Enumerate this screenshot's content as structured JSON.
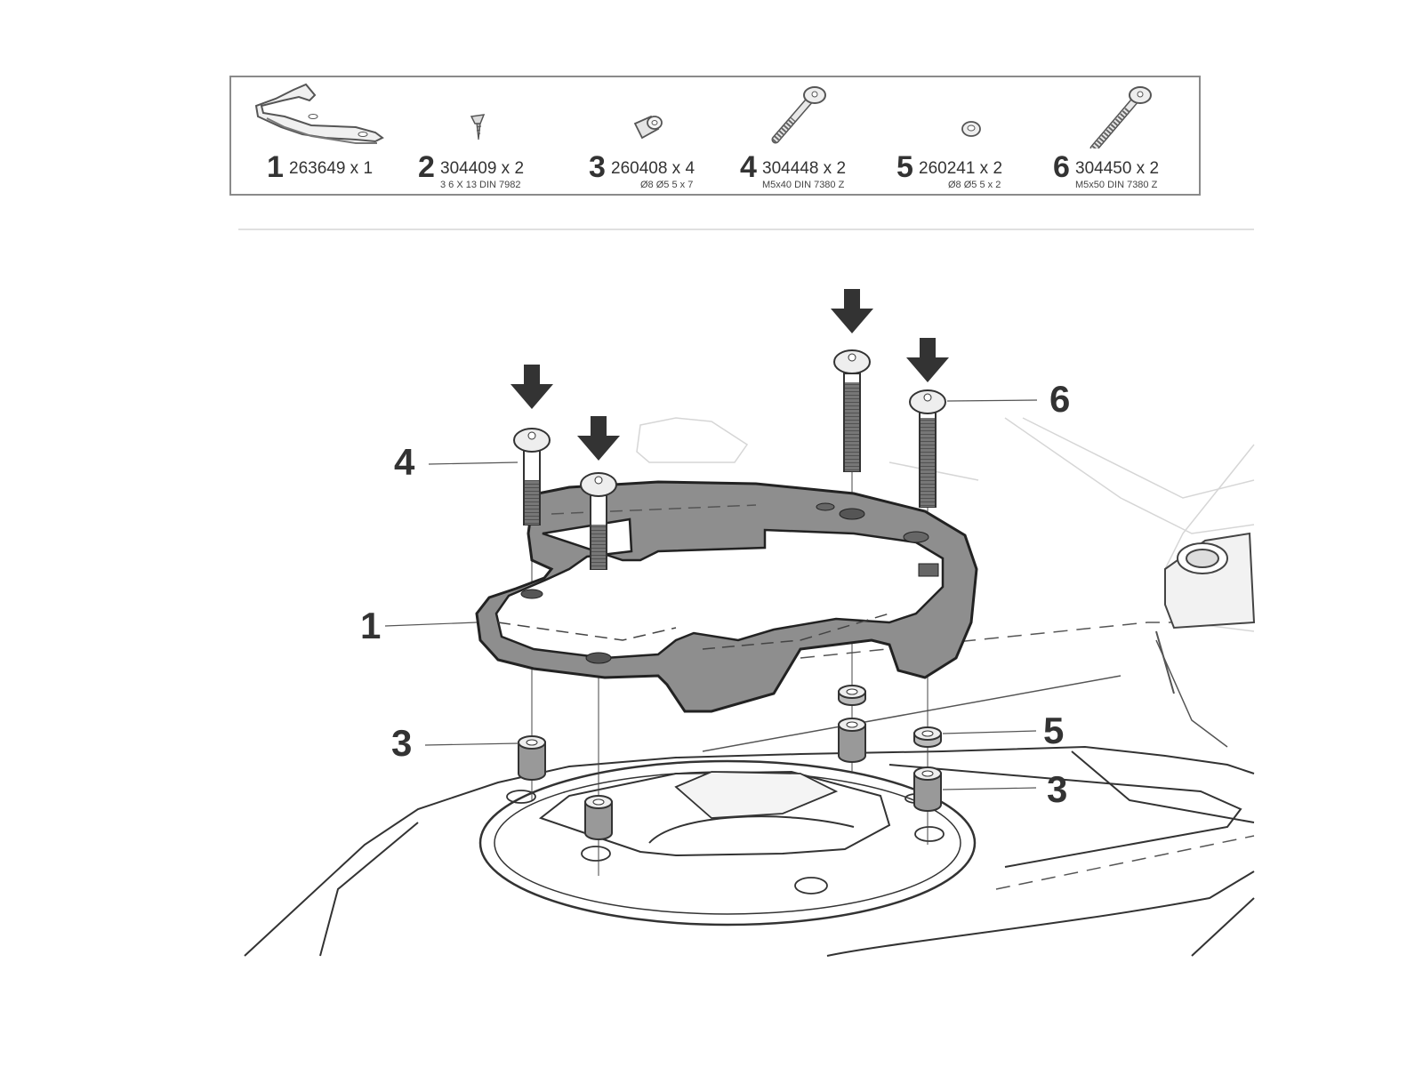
{
  "parts": [
    {
      "number": "1",
      "code": "263649 x 1",
      "spec": "",
      "icon": "bracket-icon"
    },
    {
      "number": "2",
      "code": "304409 x 2",
      "spec": "3 6 X 13 DIN 7982",
      "icon": "small-screw-icon"
    },
    {
      "number": "3",
      "code": "260408 x 4",
      "spec": "Ø8 Ø5 5 x 7",
      "icon": "spacer-icon"
    },
    {
      "number": "4",
      "code": "304448 x 2",
      "spec": "M5x40 DIN 7380 Z",
      "icon": "bolt-icon"
    },
    {
      "number": "5",
      "code": "260241 x 2",
      "spec": "Ø8 Ø5 5 x 2",
      "icon": "washer-icon"
    },
    {
      "number": "6",
      "code": "304450 x 2",
      "spec": "M5x50 DIN 7380 Z",
      "icon": "long-bolt-icon"
    }
  ],
  "callouts": {
    "bolt_left": "4",
    "bolt_right": "6",
    "bracket": "1",
    "spacer_left": "3",
    "washer": "5",
    "spacer_right": "3"
  }
}
